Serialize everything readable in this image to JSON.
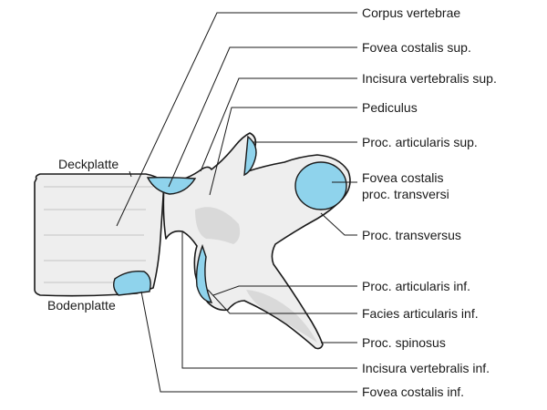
{
  "labels": {
    "corpus_vertebrae": "Corpus vertebrae",
    "fovea_costalis_sup": "Fovea costalis sup.",
    "incisura_vertebralis_sup": "Incisura vertebralis sup.",
    "pediculus": "Pediculus",
    "proc_articularis_sup": "Proc. articularis sup.",
    "fovea_costalis_proc_transversi_1": "Fovea costalis",
    "fovea_costalis_proc_transversi_2": "proc. transversi",
    "proc_transversus": "Proc. transversus",
    "proc_articularis_inf": "Proc. articularis inf.",
    "facies_articularis_inf": "Facies articularis inf.",
    "proc_spinosus": "Proc. spinosus",
    "incisura_vertebralis_inf": "Incisura vertebralis inf.",
    "fovea_costalis_inf": "Fovea costalis inf.",
    "deckplatte": "Deckplatte",
    "bodenplatte": "Bodenplatte"
  },
  "colors": {
    "facet": "#8fd3ec",
    "bone": "#eeeeee",
    "outline": "#1a1a1a"
  }
}
